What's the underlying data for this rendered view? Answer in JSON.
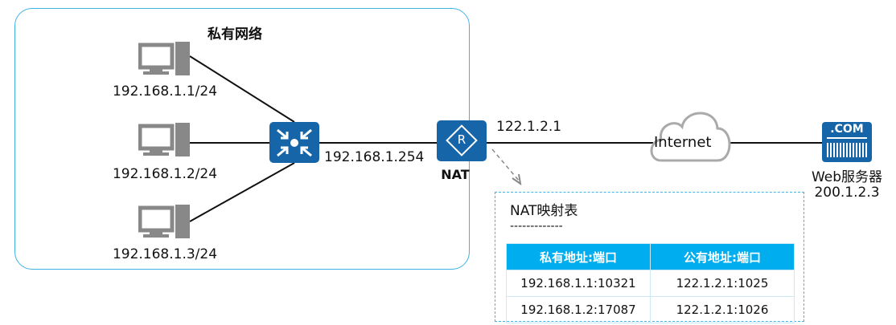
{
  "private_network": {
    "title": "私有网络",
    "hosts": [
      {
        "ip": "192.168.1.1/24"
      },
      {
        "ip": "192.168.1.2/24"
      },
      {
        "ip": "192.168.1.3/24"
      }
    ]
  },
  "switch": {
    "ip": "192.168.1.254"
  },
  "router": {
    "label": "NAT",
    "public_ip": "122.1.2.1",
    "icon_text": "R"
  },
  "internet": {
    "label": "Internet"
  },
  "server": {
    "icon_text": ".COM",
    "name": "Web服务器",
    "ip": "200.1.2.3"
  },
  "nat_table": {
    "title": "NAT映射表",
    "separator": "-------------",
    "headers": [
      "私有地址:端口",
      "公有地址:端口"
    ],
    "rows": [
      [
        "192.168.1.1:10321",
        "122.1.2.1:1025"
      ],
      [
        "192.168.1.2:17087",
        "122.1.2.1:1026"
      ]
    ]
  },
  "colors": {
    "device_blue": "#1565a8",
    "frame_blue": "#3fb3e6",
    "header_blue": "#00aeef"
  }
}
